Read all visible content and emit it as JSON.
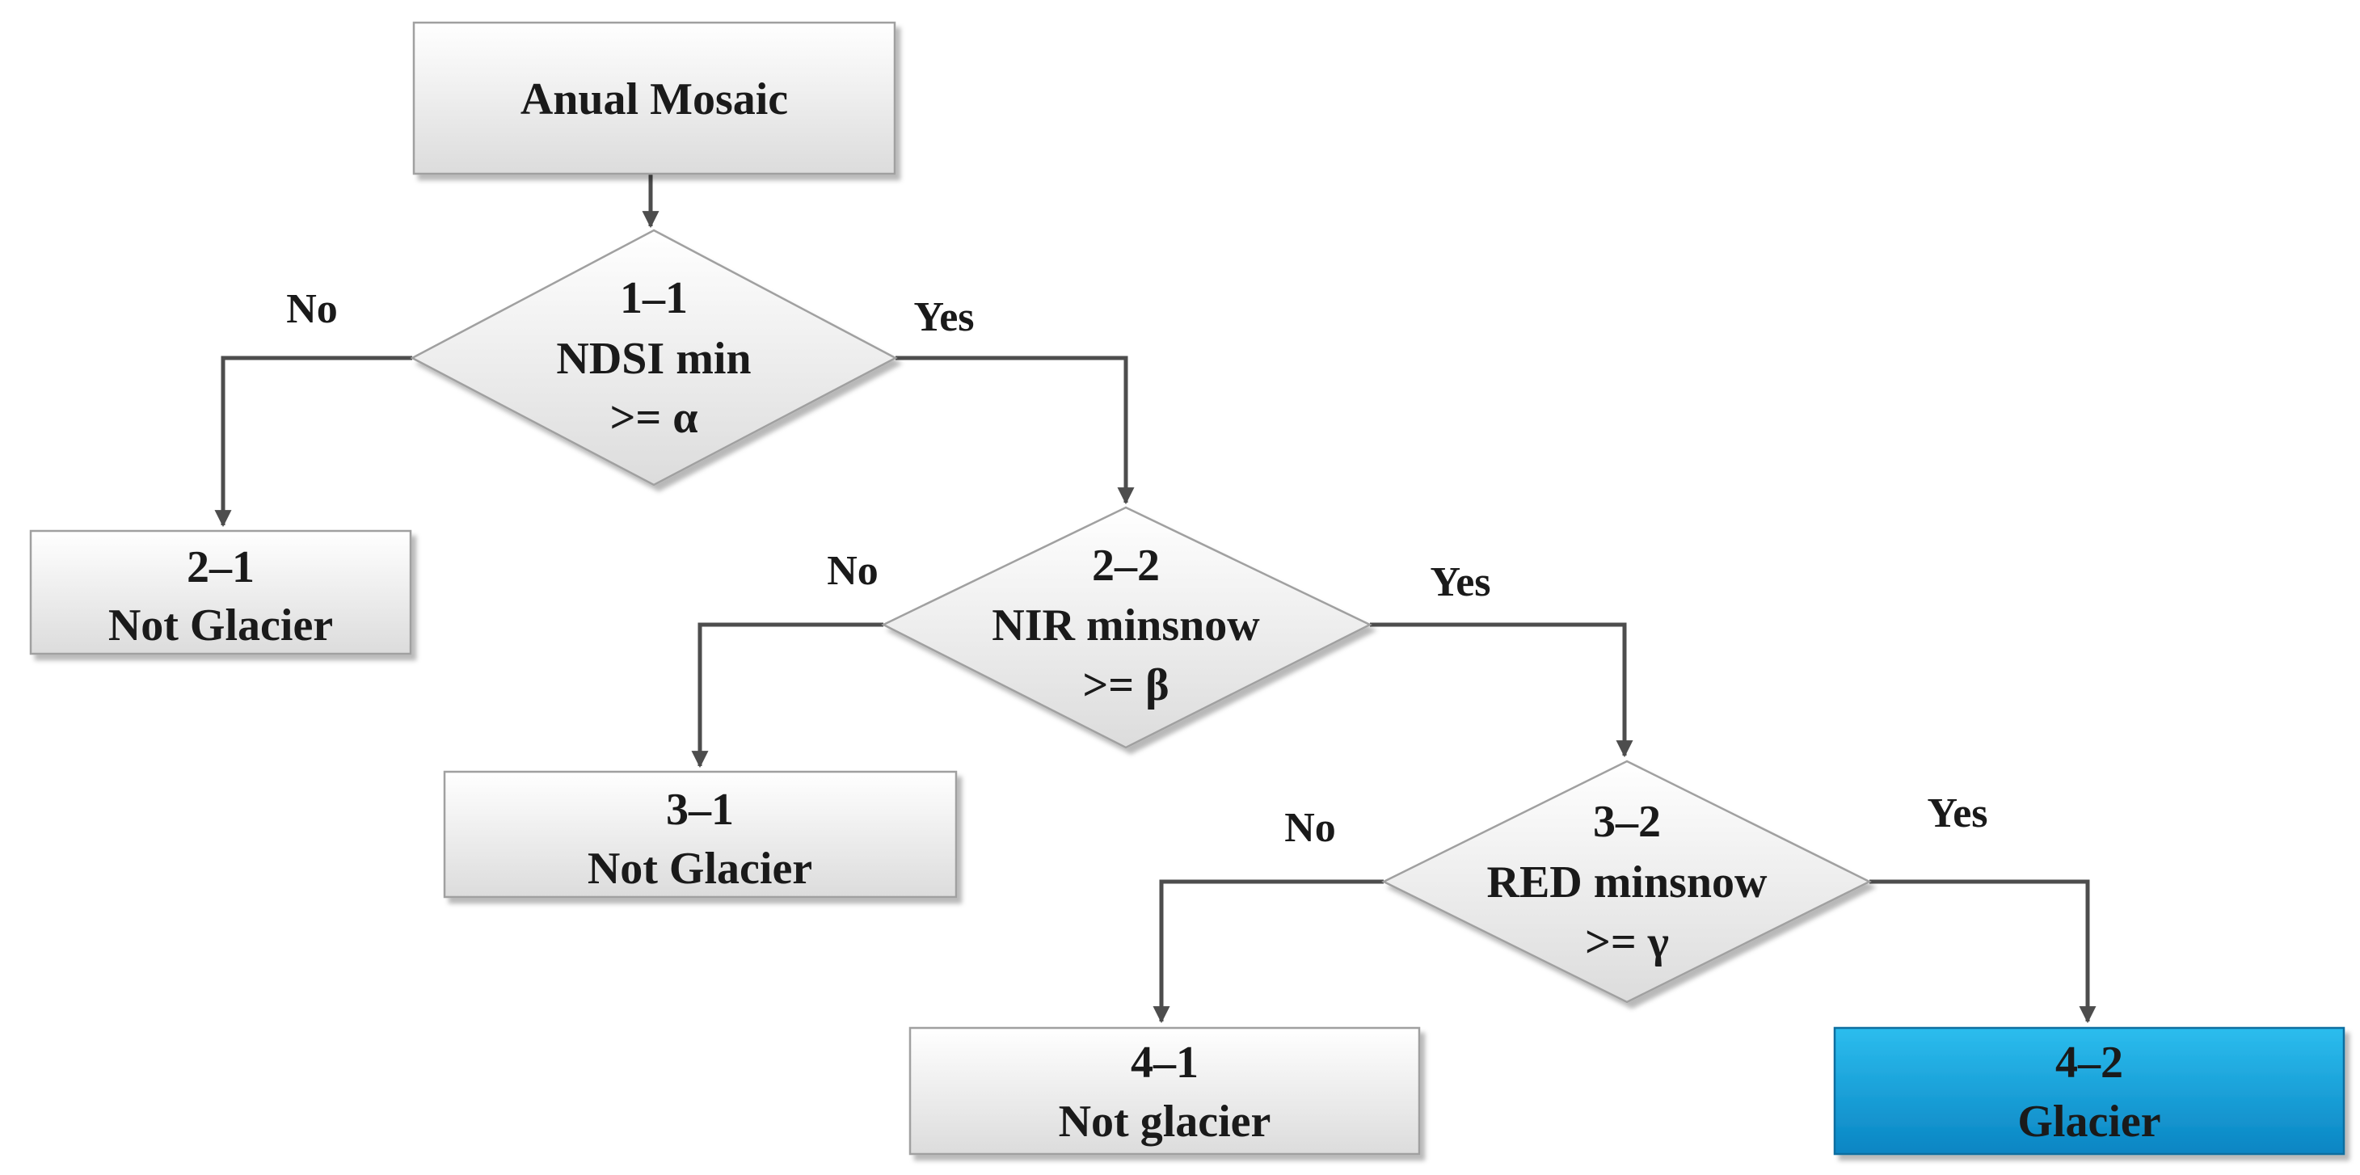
{
  "diagram": {
    "start": {
      "label": "Anual Mosaic"
    },
    "decisions": [
      {
        "id": "1-1",
        "line1": "1–1",
        "line2": "NDSI min",
        "line3": ">= α",
        "no": "No",
        "yes": "Yes"
      },
      {
        "id": "2-2",
        "line1": "2–2",
        "line2": "NIR minsnow",
        "line3": ">= β",
        "no": "No",
        "yes": "Yes"
      },
      {
        "id": "3-2",
        "line1": "3–2",
        "line2": "RED minsnow",
        "line3": ">= γ",
        "no": "No",
        "yes": "Yes"
      }
    ],
    "results": [
      {
        "id": "2-1",
        "line1": "2–1",
        "line2": "Not Glacier"
      },
      {
        "id": "3-1",
        "line1": "3–1",
        "line2": "Not Glacier"
      },
      {
        "id": "4-1",
        "line1": "4–1",
        "line2": "Not glacier"
      },
      {
        "id": "4-2",
        "line1": "4–2",
        "line2": "Glacier"
      }
    ]
  },
  "colors": {
    "box_fill_top": "#ffffff",
    "box_fill_bottom": "#dedede",
    "highlight_fill_top": "#25b8ec",
    "highlight_fill_bottom": "#0a86c4",
    "edge": "#4d4d4d",
    "text": "#1a1a1a"
  }
}
